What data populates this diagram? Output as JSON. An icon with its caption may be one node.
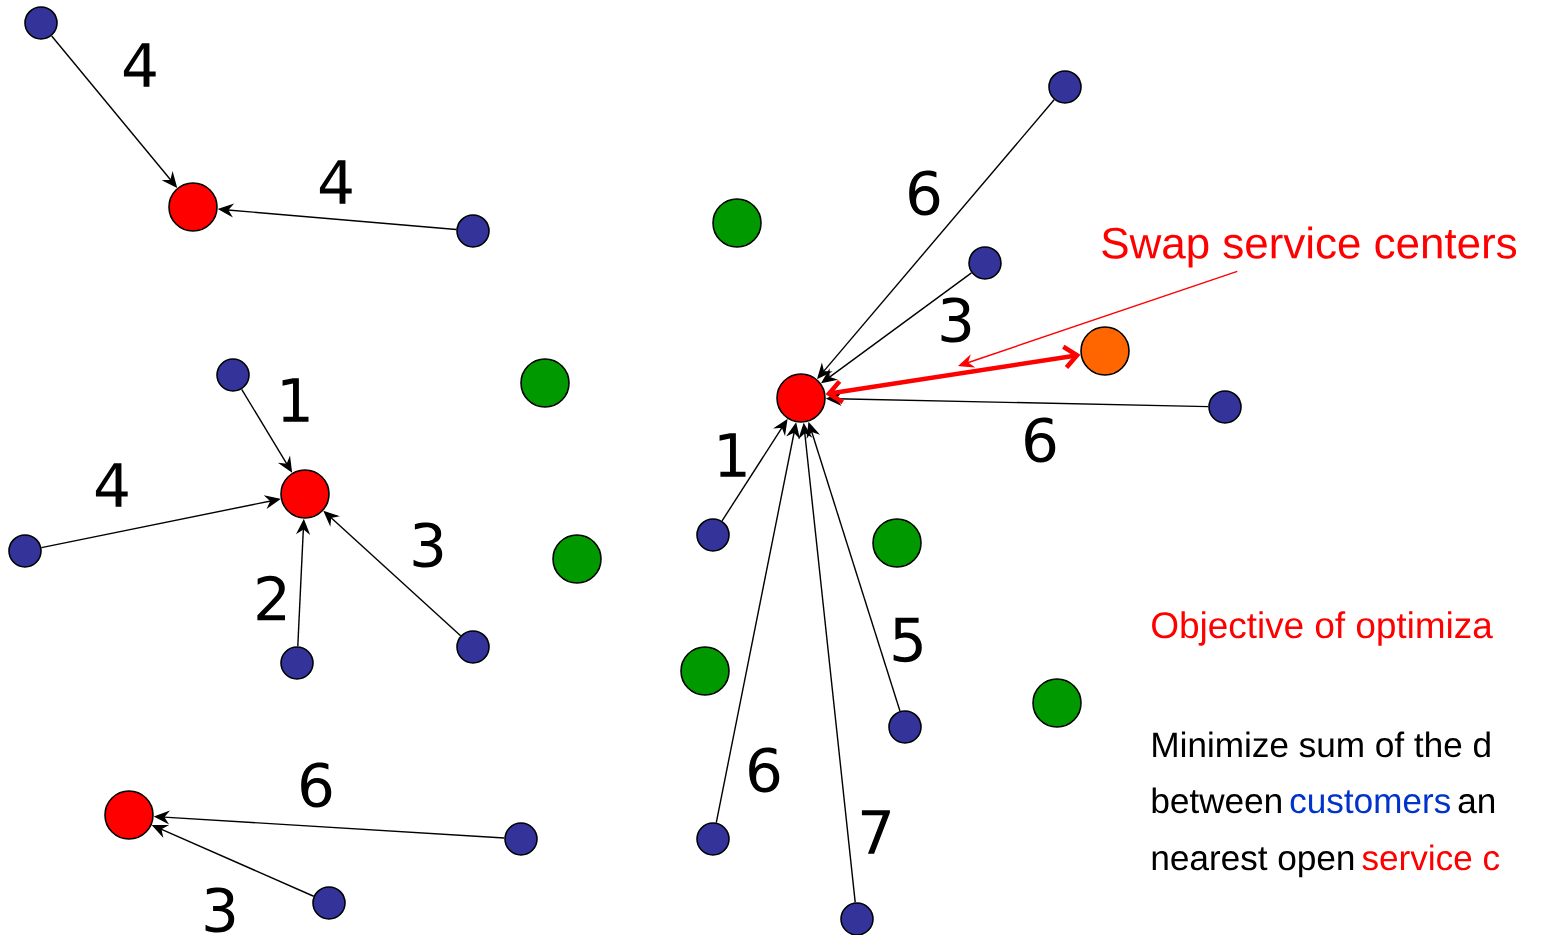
{
  "diagram": {
    "nodes": [
      {
        "text": [],
        "shape": "circle"
      },
      {
        "text": [],
        "shape": "circle"
      },
      {
        "text": [],
        "shape": "circle"
      },
      {
        "text": [],
        "shape": "circle"
      },
      {
        "text": [],
        "shape": "circle"
      },
      {
        "text": [],
        "shape": "circle"
      },
      {
        "text": [],
        "shape": "circle"
      },
      {
        "text": [],
        "shape": "circle"
      },
      {
        "text": [],
        "shape": "circle"
      },
      {
        "text": [],
        "shape": "circle"
      },
      {
        "text": [],
        "shape": "circle"
      },
      {
        "text": [],
        "shape": "circle"
      },
      {
        "text": [],
        "shape": "circle"
      },
      {
        "text": [],
        "shape": "circle"
      },
      {
        "text": [],
        "shape": "circle"
      },
      {
        "text": [],
        "shape": "circle"
      },
      {
        "text": [],
        "shape": "circle"
      },
      {
        "text": [],
        "shape": "circle"
      },
      {
        "text": [],
        "shape": "circle"
      },
      {
        "text": [],
        "shape": "circle"
      },
      {
        "text": [],
        "shape": "circle"
      },
      {
        "text": [],
        "shape": "circle"
      },
      {
        "text": [],
        "shape": "circle"
      },
      {
        "text": [],
        "shape": "circle"
      },
      {
        "text": [],
        "shape": "circle"
      },
      {
        "text": [],
        "shape": "circle"
      },
      {
        "text": [
          "Swap service centers"
        ]
      }
    ],
    "edges": [
      {
        "from": 0,
        "to": 2,
        "arrow": "to",
        "label": "4"
      },
      {
        "from": 4,
        "to": 2,
        "arrow": "to",
        "label": "4"
      },
      {
        "from": 7,
        "to": 11,
        "arrow": "to",
        "label": "1"
      },
      {
        "from": 14,
        "to": 11,
        "arrow": "to",
        "label": "4"
      },
      {
        "from": 17,
        "to": 11,
        "arrow": "to",
        "label": "2"
      },
      {
        "from": 16,
        "to": 11,
        "arrow": "to",
        "label": "3"
      },
      {
        "from": 22,
        "to": 21,
        "arrow": "to",
        "label": "6"
      },
      {
        "from": 24,
        "to": 21,
        "arrow": "to",
        "label": "3"
      },
      {
        "from": 1,
        "to": 9,
        "arrow": "to",
        "label": "6"
      },
      {
        "from": 5,
        "to": 9,
        "arrow": "to",
        "label": "3"
      },
      {
        "from": 10,
        "to": 9,
        "arrow": "to",
        "label": "6"
      },
      {
        "from": 12,
        "to": 9,
        "arrow": "to",
        "label": "1"
      },
      {
        "from": 23,
        "to": 9,
        "arrow": "to",
        "label": "6"
      },
      {
        "from": 25,
        "to": 9,
        "arrow": "to",
        "label": "7"
      },
      {
        "from": 20,
        "to": 9,
        "arrow": "to",
        "label": "5"
      },
      {
        "from": 9,
        "to": 6,
        "arrow": "both",
        "style": "thick",
        "color": "#ff0000"
      },
      {
        "from": 26,
        "to": null,
        "arrow": "to",
        "color": "#ff0000"
      }
    ],
    "labels": [
      "Objective of optimiza",
      "Minimize sum of the d",
      "between",
      "customers",
      "an",
      "nearest open",
      "service c"
    ]
  }
}
